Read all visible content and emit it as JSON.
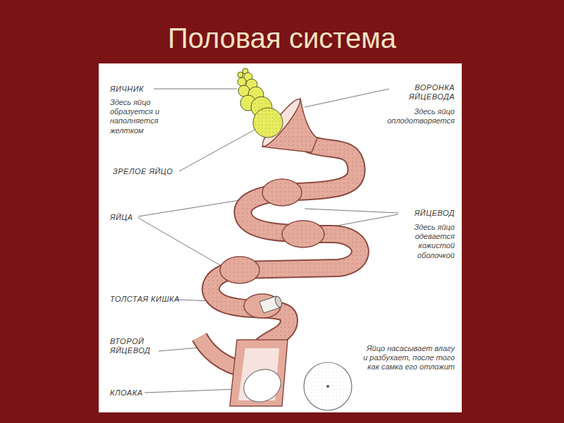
{
  "diagram": {
    "title": "Половая система",
    "labels": [
      "ЯИЧНИК",
      "Здесь яйцо образуется и наполняется желтком",
      "ВОРОНКА ЯЙЦЕВОДА",
      "Здесь яйцо оплодотворяется",
      "ЗРЕЛОЕ ЯЙЦО",
      "ЯЙЦА",
      "ЯЙЦЕВОД",
      "Здесь яйцо одевается кожистой оболочкой",
      "ТОЛСТАЯ КИШКА",
      "ВТОРОЙ ЯЙЦЕВОД",
      "Яйцо насасывает влагу и разбухает, после того как самка его отложит",
      "КЛОАКА"
    ]
  }
}
